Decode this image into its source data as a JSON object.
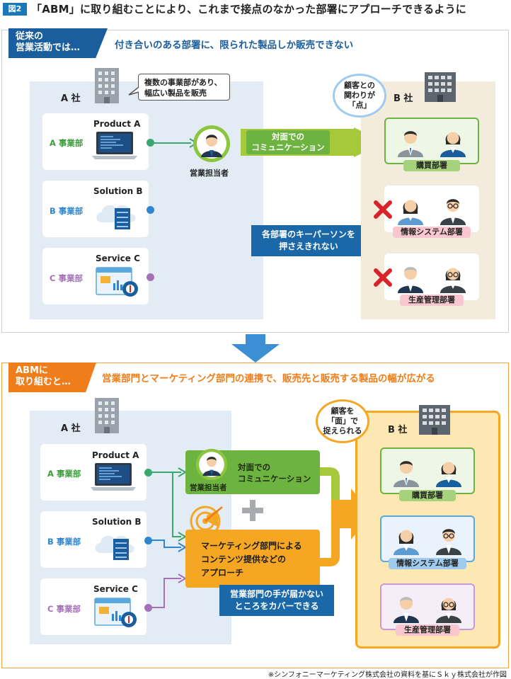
{
  "header": {
    "badge": "図2",
    "title": "「ABM」に取り組むことにより、これまで接点のなかった部署にアプローチできるように"
  },
  "section1": {
    "tag_line1": "従来の",
    "tag_line2": "営業活動では…",
    "heading": "付き合いのある部署に、限られた製品しか販売できない",
    "company_a": "A 社",
    "company_b": "B 社",
    "company_a_bubble_line1": "複数の事業部があり、",
    "company_a_bubble_line2": "幅広い製品を販売",
    "contact_bubble_line1": "顧客との",
    "contact_bubble_line2": "関わりが",
    "contact_bubble_line3": "「点」",
    "units": [
      {
        "dept": "A 事業部",
        "product": "Product A"
      },
      {
        "dept": "B 事業部",
        "product": "Solution B"
      },
      {
        "dept": "C 事業部",
        "product": "Service C"
      }
    ],
    "salesperson": "営業担当者",
    "comm_line1": "対面での",
    "comm_line2": "コミュニケーション",
    "warning_line1": "各部署のキーパーソンを",
    "warning_line2": "押さえきれない",
    "b_depts": [
      "購買部署",
      "情報システム部署",
      "生産管理部署"
    ]
  },
  "section2": {
    "tag_line1": "ABMに",
    "tag_line2": "取り組むと…",
    "heading": "営業部門とマーケティング部門の連携で、販売先と販売する製品の幅が広がる",
    "company_a": "A 社",
    "company_b": "B 社",
    "surface_bubble_line1": "顧客を",
    "surface_bubble_line2": "「面」で",
    "surface_bubble_line3": "捉えられる",
    "units": [
      {
        "dept": "A 事業部",
        "product": "Product A"
      },
      {
        "dept": "B 事業部",
        "product": "Solution B"
      },
      {
        "dept": "C 事業部",
        "product": "Service C"
      }
    ],
    "salesperson": "営業担当者",
    "comm_line1": "対面での",
    "comm_line2": "コミュニケーション",
    "marketing_line1": "マーケティング部門による",
    "marketing_line2": "コンテンツ提供などの",
    "marketing_line3": "アプローチ",
    "cover_line1": "営業部門の手が届かない",
    "cover_line2": "ところをカバーできる",
    "b_depts": [
      "購買部署",
      "情報システム部署",
      "生産管理部署"
    ]
  },
  "footer": {
    "note": "※シンフォニーマーケティング株式会社の資料を基にＳｋｙ株式会社が作図"
  },
  "colors": {
    "green": "#6db33f",
    "blue": "#2e86cf",
    "purple": "#a471b7",
    "orange": "#ee7d1a",
    "navy": "#1b5e9e",
    "red": "#d8232a"
  }
}
